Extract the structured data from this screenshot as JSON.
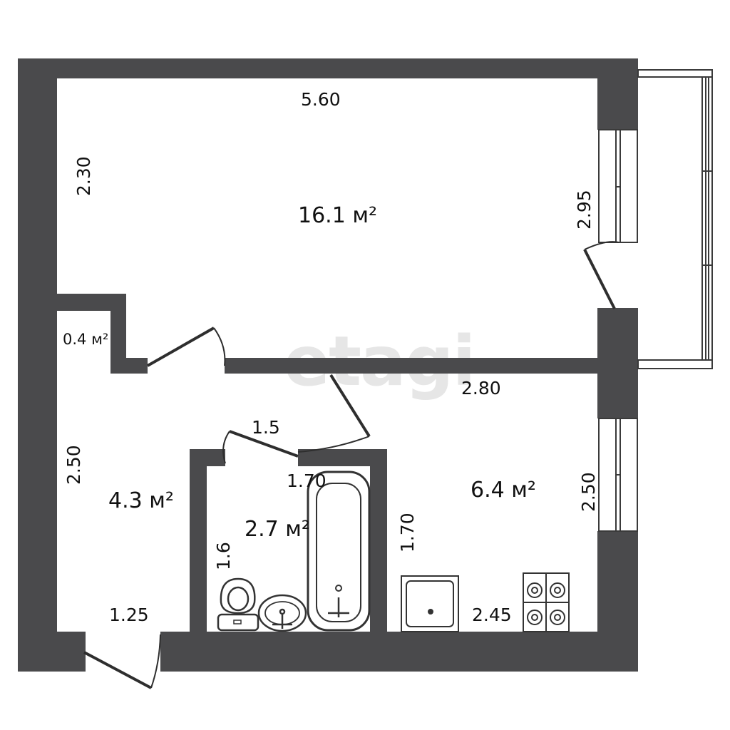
{
  "watermark": "etagi",
  "colors": {
    "wall": "#4a4a4c",
    "line": "#3a3a3a",
    "fixture": "#333333",
    "background": "#ffffff"
  },
  "rooms": {
    "living": {
      "area": "16.1 м²"
    },
    "closet": {
      "area": "0.4 м²"
    },
    "hall": {
      "area": "4.3 м²"
    },
    "bathroom": {
      "area": "2.7 м²"
    },
    "kitchen": {
      "area": "6.4 м²"
    }
  },
  "dimensions": {
    "top": "5.60",
    "left_upper": "2.30",
    "window_upper": "2.95",
    "kitchen_top": "2.80",
    "door_bath": "1.5",
    "left_lower": "2.50",
    "bath_top": "1.70",
    "bath_right": "1.70",
    "kitchen_right": "2.50",
    "bath_left": "1.6",
    "entry": "1.25",
    "kitchen_bottom": "2.45"
  },
  "fixtures": [
    "toilet-icon",
    "sink-icon",
    "bathtub-icon",
    "kitchen-sink-icon",
    "stove-icon"
  ]
}
